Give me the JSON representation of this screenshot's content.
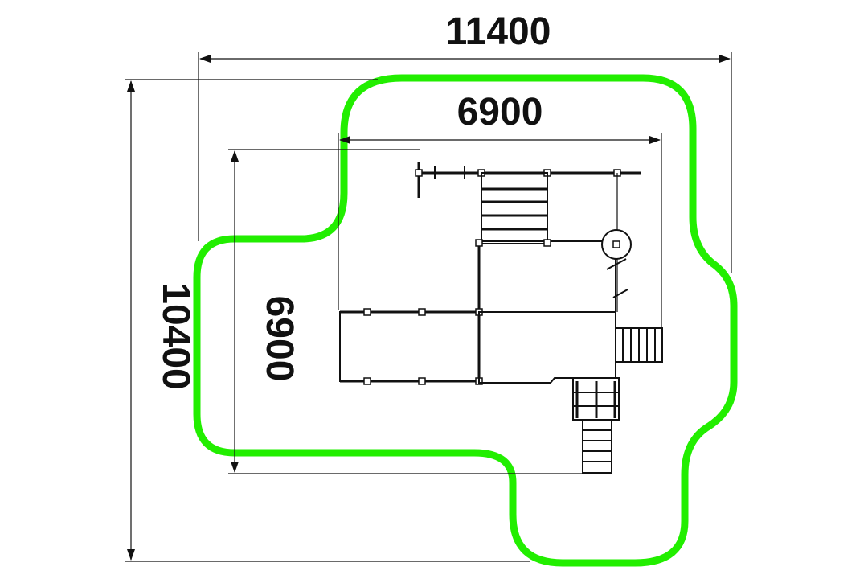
{
  "dimensions": {
    "overall_width": "11400",
    "overall_height": "10400",
    "equipment_width": "6900",
    "equipment_height": "6900"
  },
  "colors": {
    "safety_zone": "#22ee00",
    "lines": "#111111",
    "background": "#ffffff"
  }
}
